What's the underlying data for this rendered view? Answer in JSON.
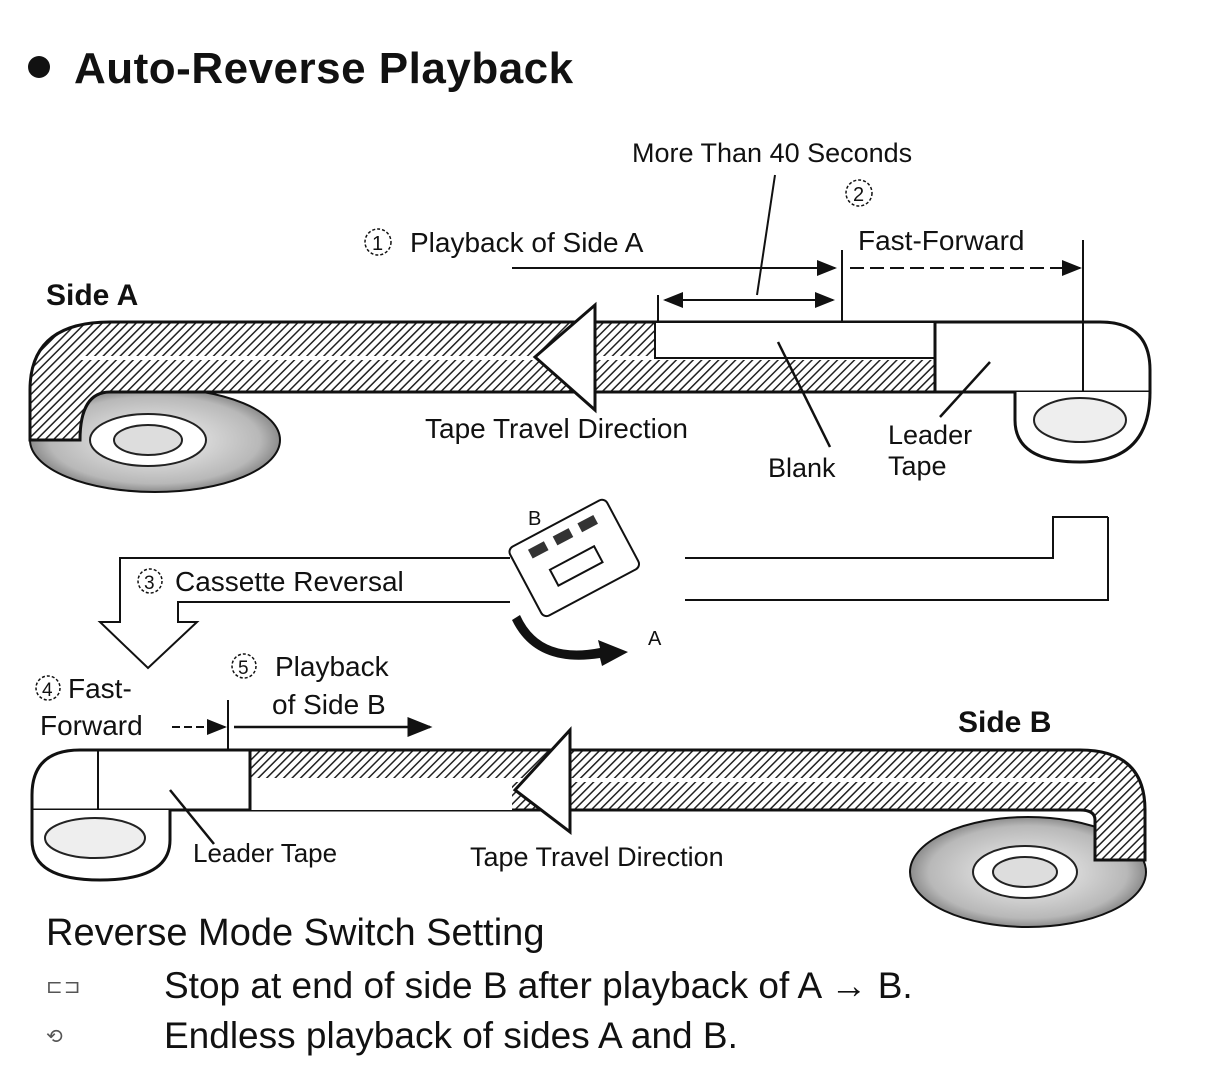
{
  "title": "Auto-Reverse Playback",
  "side_a": {
    "label": "Side A",
    "step1": "Playback of Side A",
    "step1_num": "1",
    "step2": "Fast-Forward",
    "step2_num": "2",
    "duration_note": "More Than 40 Seconds",
    "direction_label": "Tape Travel Direction",
    "blank_label": "Blank",
    "leader_label_line1": "Leader",
    "leader_label_line2": "Tape"
  },
  "reversal": {
    "step3": "Cassette Reversal",
    "step3_num": "3",
    "cassette_side_b": "B",
    "cassette_side_a": "A"
  },
  "side_b": {
    "label": "Side B",
    "step4_line1": "Fast-",
    "step4_line2": "Forward",
    "step4_num": "4",
    "step5_line1": "Playback",
    "step5_line2": "of Side B",
    "step5_num": "5",
    "leader_label": "Leader Tape",
    "direction_label": "Tape Travel Direction"
  },
  "legend": {
    "heading": "Reverse Mode Switch Setting",
    "items": [
      {
        "icon": "one-way-switch-icon",
        "symbol": "⊏⊐",
        "text": "Stop at end of side B after playback of A → B."
      },
      {
        "icon": "loop-switch-icon",
        "symbol": "⟲",
        "text": "Endless playback of sides A and B."
      }
    ]
  }
}
